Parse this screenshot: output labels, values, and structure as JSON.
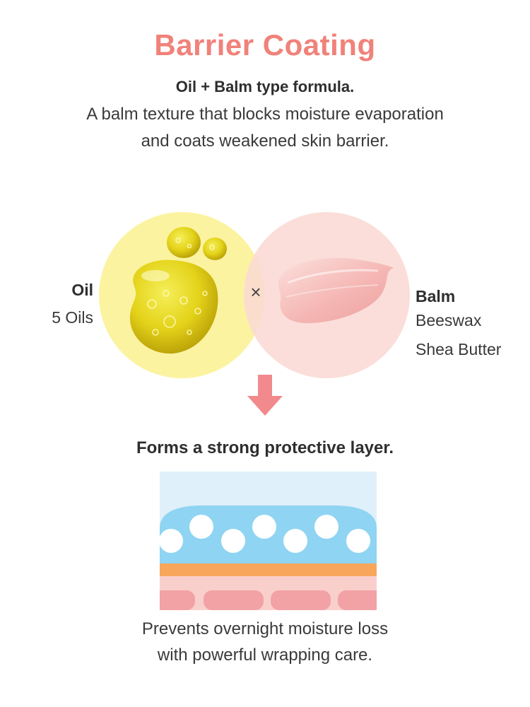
{
  "header": {
    "title": "Barrier Coating",
    "subtitle": "Oil + Balm type formula.",
    "description_line1": "A balm texture that blocks moisture evaporation",
    "description_line2": "and coats weakened skin barrier."
  },
  "formula": {
    "oil": {
      "name": "Oil",
      "detail": "5 Oils"
    },
    "balm": {
      "name": "Balm",
      "details": [
        "Beeswax",
        "Shea Butter"
      ]
    },
    "operator": "×"
  },
  "result": {
    "title": "Forms a strong protective layer.",
    "footer_line1": "Prevents overnight moisture loss",
    "footer_line2": "with powerful wrapping care."
  },
  "icons": {
    "arrow": "arrow-down-icon",
    "oil_image": "oil-droplets-icon",
    "balm_image": "balm-smear-icon"
  },
  "colors": {
    "title": "#f0827a",
    "oil_circle": "#fbf3a0",
    "balm_circle": "#fbd9d4",
    "arrow": "#f2898d",
    "sky": "#dff0fa",
    "barrier_blue": "#8fd4f2",
    "orange_layer": "#f9a65d",
    "skin": "#f9cfcc",
    "cell": "#f2a2a5"
  }
}
